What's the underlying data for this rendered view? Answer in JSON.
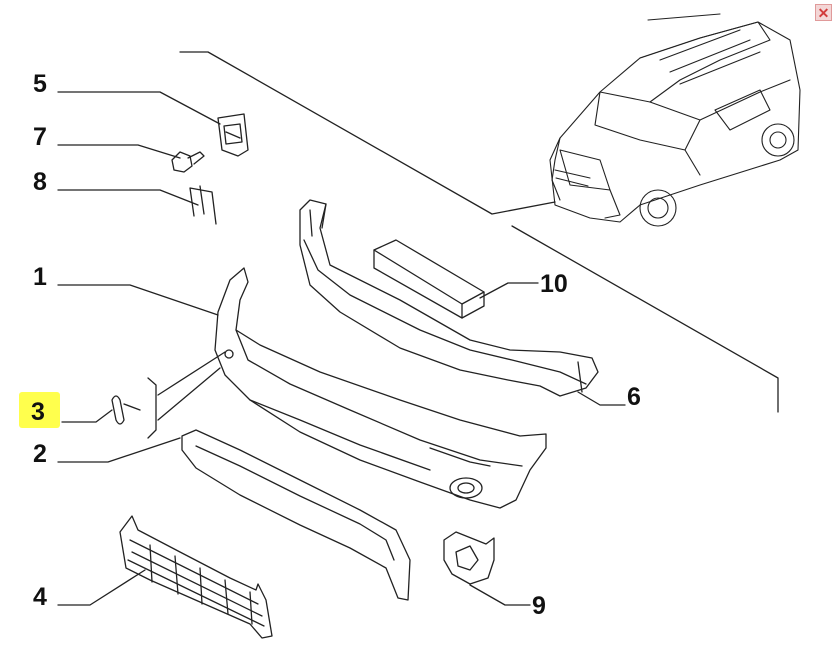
{
  "controls": {
    "close_icon": "close-icon",
    "close_glyph": "✕",
    "close_color": "#d23a3a"
  },
  "highlight_color": "#ffff4d",
  "callouts": {
    "n1": "1",
    "n2": "2",
    "n3": "3",
    "n4": "4",
    "n5": "5",
    "n6": "6",
    "n7": "7",
    "n8": "8",
    "n9": "9",
    "n10": "10"
  },
  "highlighted_callout": "3"
}
